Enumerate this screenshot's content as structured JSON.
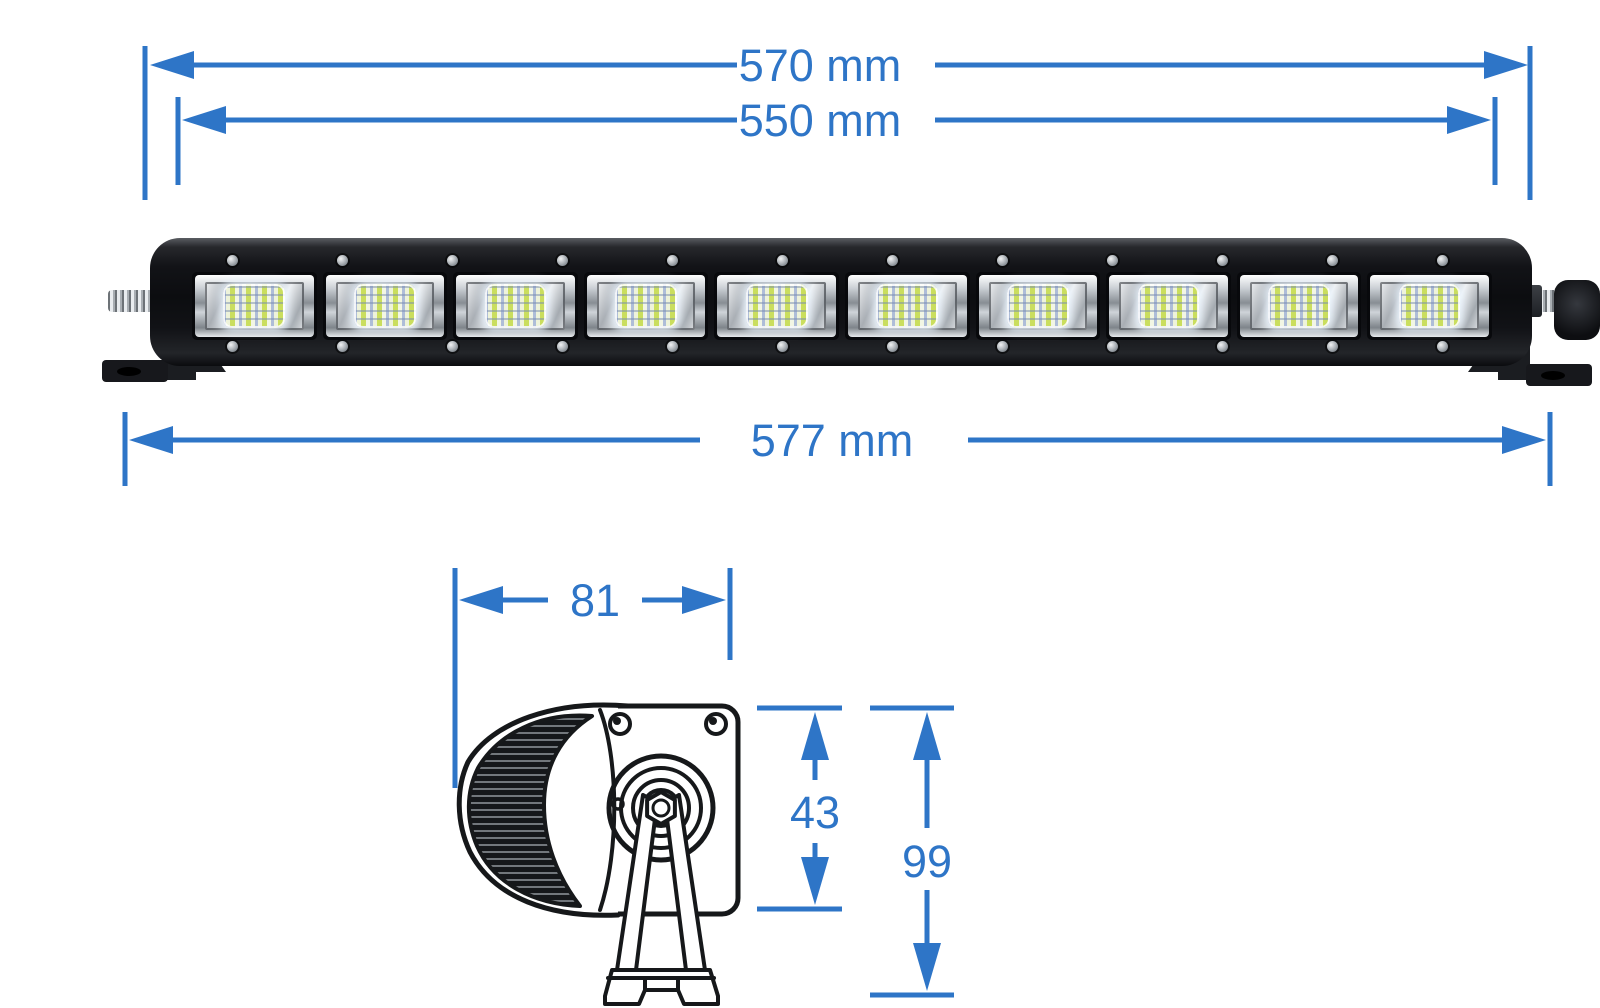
{
  "colors": {
    "dimension_blue": "#2E75C7",
    "drawing_line": "#16181a"
  },
  "front_view": {
    "segment_count": 10,
    "screw_count_per_edge": 12
  },
  "dimensions": {
    "d570": {
      "label": "570 mm"
    },
    "d550": {
      "label": "550 mm"
    },
    "d577": {
      "label": "577 mm"
    },
    "d81": {
      "label": "81"
    },
    "d43": {
      "label": "43"
    },
    "d99": {
      "label": "99"
    }
  }
}
